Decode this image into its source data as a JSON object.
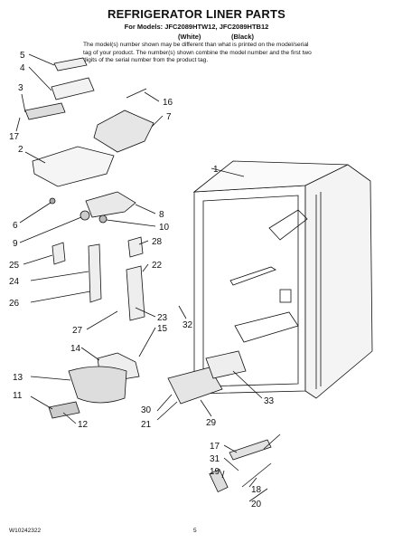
{
  "header": {
    "title": "REFRIGERATOR LINER PARTS",
    "models_line": "For Models: JFC2089HTW12, JFC2089HTB12",
    "color_white": "(White)",
    "color_black": "(Black)",
    "note": "The model(s) number shown may be different than what is printed on the model/serial tag of your product. The number(s) shown combine the model number and the first two digits of the serial number from the product tag."
  },
  "footer": {
    "doc_number": "W10242322",
    "page_number": "5"
  },
  "callouts": {
    "n1": "1",
    "n2": "2",
    "n3": "3",
    "n4": "4",
    "n5": "5",
    "n6": "6",
    "n7": "7",
    "n8": "8",
    "n9": "9",
    "n10": "10",
    "n11": "11",
    "n12": "12",
    "n13": "13",
    "n14": "14",
    "n15": "15",
    "n16": "16",
    "n17": "17",
    "n17b": "17",
    "n18": "18",
    "n19": "19",
    "n20": "20",
    "n21": "21",
    "n22": "22",
    "n23": "23",
    "n24": "24",
    "n25": "25",
    "n26": "26",
    "n27": "27",
    "n28": "28",
    "n29": "29",
    "n30": "30",
    "n31": "31",
    "n32": "32",
    "n33": "33"
  }
}
